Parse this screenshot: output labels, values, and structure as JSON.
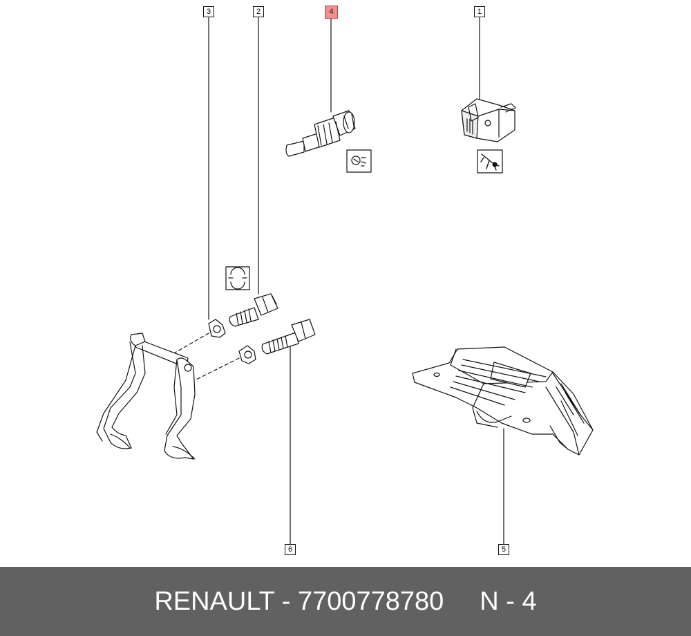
{
  "callouts": {
    "c1": "1",
    "c2": "2",
    "c3": "3",
    "c4": "4",
    "c5": "5",
    "c6": "6"
  },
  "footer": {
    "part_text": "RENAULT - 7700778780",
    "ref_text": "N - 4"
  },
  "colors": {
    "highlight": "#f28e8e",
    "footer_bg": "#616161",
    "line": "#111111"
  }
}
